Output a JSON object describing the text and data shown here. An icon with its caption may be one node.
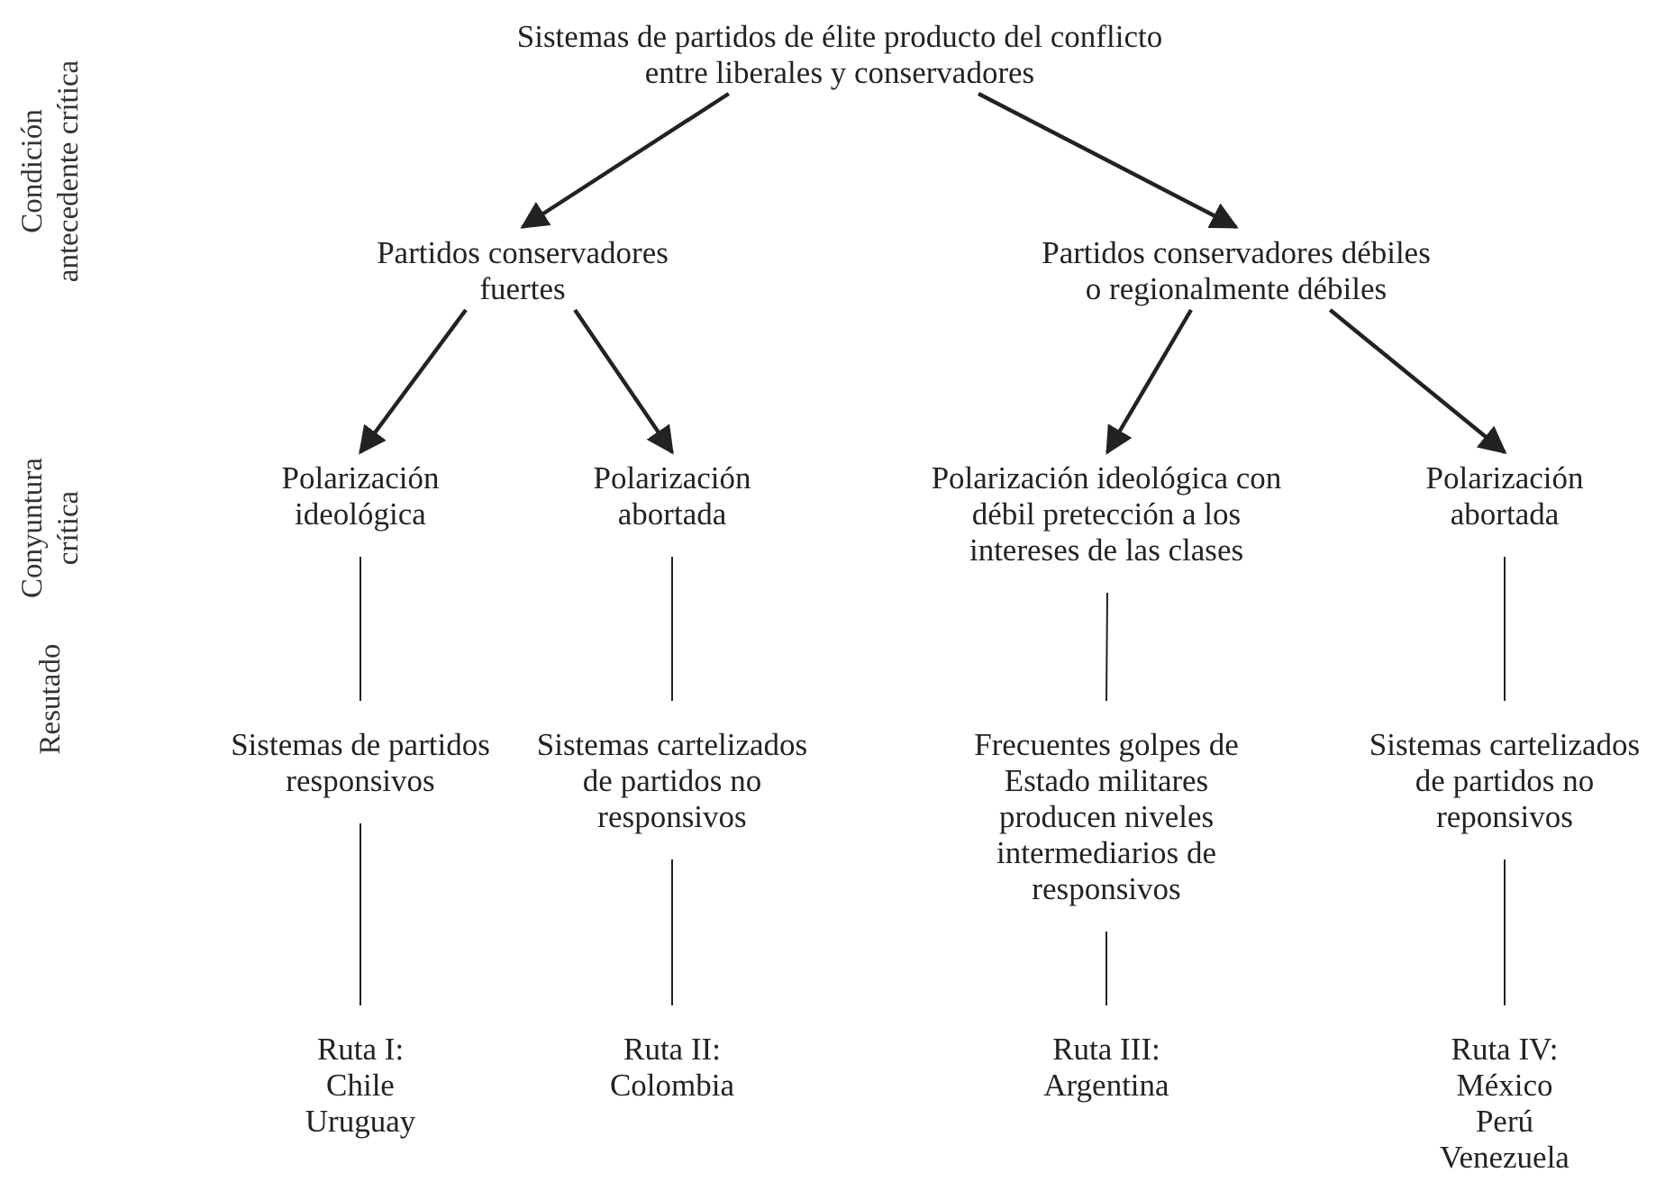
{
  "diagram": {
    "nodes": [
      {
        "text": [
          "Sistemas de partidos de élite producto del conflicto entre liberales y conservadores"
        ]
      },
      {
        "text": [
          "Partidos conservadores fuertes"
        ]
      },
      {
        "text": [
          "Partidos conservadores débiles o regionalmente débiles"
        ]
      },
      {
        "text": [
          "Polarización ideológica"
        ]
      },
      {
        "text": [
          "Polarización abortada"
        ]
      },
      {
        "text": [
          "Polarización ideológica con débil pretección a los intereses de las clases"
        ]
      },
      {
        "text": [
          "Polarización abortada"
        ]
      },
      {
        "text": [
          "Sistemas de partidos responsivos"
        ]
      },
      {
        "text": [
          "Sistemas cartelizados de partidos no responsivos"
        ]
      },
      {
        "text": [
          "Frecuentes golpes de Estado militares producen niveles intermediarios de responsivos"
        ]
      },
      {
        "text": [
          "Sistemas cartelizados de partidos no reponsivos"
        ]
      },
      {
        "text": [
          "Ruta I:",
          "Chile",
          "Uruguay"
        ]
      },
      {
        "text": [
          "Ruta II:",
          "Colombia"
        ]
      },
      {
        "text": [
          "Ruta III:",
          "Argentina"
        ]
      },
      {
        "text": [
          "Ruta IV:",
          "México",
          "Perú",
          "Venezuela"
        ]
      }
    ],
    "edges": [
      {
        "from": 0,
        "to": 1,
        "arrow": "to"
      },
      {
        "from": 0,
        "to": 2,
        "arrow": "to"
      },
      {
        "from": 1,
        "to": 3,
        "arrow": "to"
      },
      {
        "from": 1,
        "to": 4,
        "arrow": "to"
      },
      {
        "from": 2,
        "to": 5,
        "arrow": "to"
      },
      {
        "from": 2,
        "to": 6,
        "arrow": "to"
      },
      {
        "from": 3,
        "to": 7,
        "arrow": "none"
      },
      {
        "from": 4,
        "to": 8,
        "arrow": "none"
      },
      {
        "from": 5,
        "to": 9,
        "arrow": "none"
      },
      {
        "from": 6,
        "to": 10,
        "arrow": "none"
      },
      {
        "from": 7,
        "to": 11,
        "arrow": "none"
      },
      {
        "from": 8,
        "to": 12,
        "arrow": "none"
      },
      {
        "from": 9,
        "to": 13,
        "arrow": "none"
      },
      {
        "from": 10,
        "to": 14,
        "arrow": "none"
      }
    ],
    "labels": [
      "Condición antecedente crítica",
      "Conyuntura crítica",
      "Resutado"
    ]
  }
}
